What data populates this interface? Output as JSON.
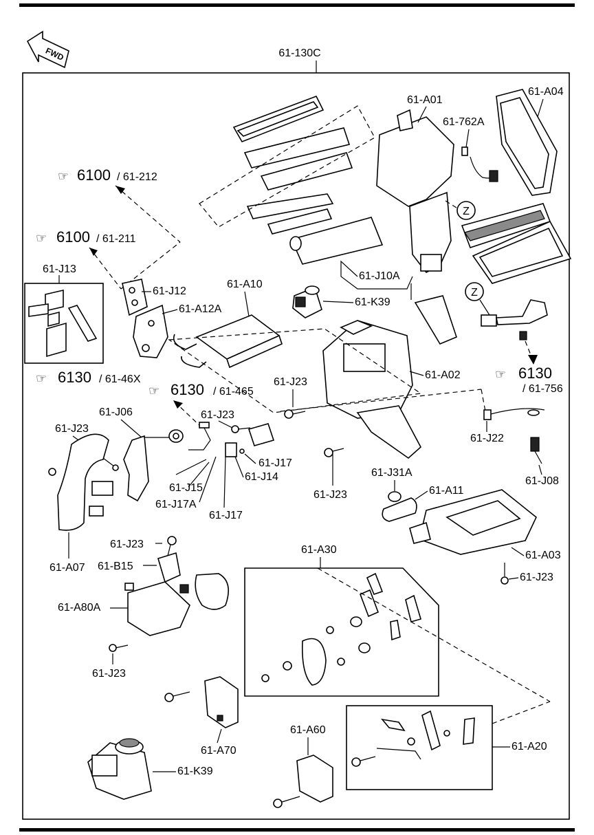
{
  "fwd_label": "FWD",
  "assembly_label": "61-130C",
  "refs": {
    "r6100_212": {
      "major": "6100",
      "minor": "/ 61-212"
    },
    "r6100_211": {
      "major": "6100",
      "minor": "/ 61-211"
    },
    "r6130_46x": {
      "major": "6130",
      "minor": "/ 61-46X"
    },
    "r6130_465": {
      "major": "6130",
      "minor": "/ 61-465"
    },
    "r6130_756": {
      "major": "6130",
      "minor": "/ 61-756"
    }
  },
  "zone_marker": "Z",
  "parts": {
    "A01": "61-A01",
    "A04": "61-A04",
    "p762A": "61-762A",
    "J10A": "61-J10A",
    "K39_top": "61-K39",
    "J13": "61-J13",
    "J12": "61-J12",
    "A12A": "61-A12A",
    "A10": "61-A10",
    "A02": "61-A02",
    "J23_center": "61-J23",
    "J06": "61-J06",
    "J23_clip": "61-J23",
    "J23_left": "61-J23",
    "J17_small": "61-J17",
    "J14": "61-J14",
    "J15": "61-J15",
    "J17A": "61-J17A",
    "J17": "61-J17",
    "J23_mid": "61-J23",
    "J22": "61-J22",
    "J08": "61-J08",
    "J31A": "61-J31A",
    "A11": "61-A11",
    "A07": "61-A07",
    "J23_top": "61-J23",
    "B15": "61-B15",
    "A80A": "61-A80A",
    "J23_bottom": "61-J23",
    "A30": "61-A30",
    "A03": "61-A03",
    "J23_right": "61-J23",
    "A70": "61-A70",
    "K39_bottom": "61-K39",
    "A60": "61-A60",
    "A20": "61-A20"
  }
}
